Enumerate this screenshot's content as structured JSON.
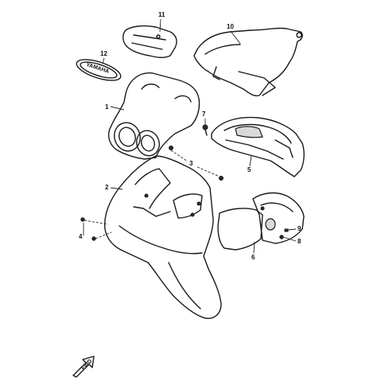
{
  "callouts": {
    "c1": "1",
    "c2": "2",
    "c3": "3",
    "c4": "4",
    "c5": "5",
    "c6": "6",
    "c7": "7",
    "c8": "8",
    "c9": "9",
    "c10": "10",
    "c11": "11",
    "c12": "12"
  },
  "emblem_text": "YAMAHA",
  "fwd_text": "FWD"
}
